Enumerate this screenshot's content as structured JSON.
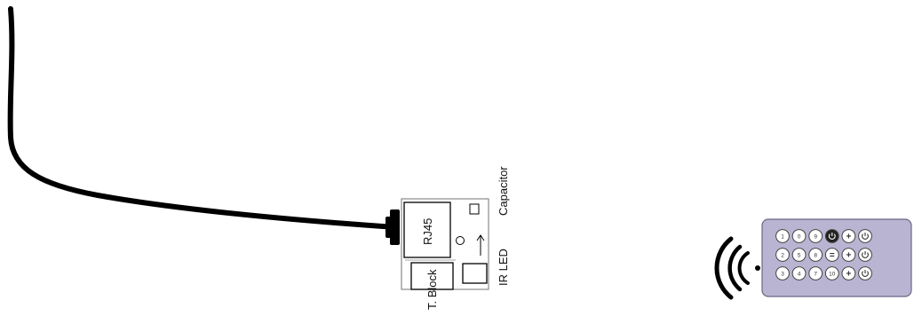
{
  "labels": {
    "rj45": "RJ45",
    "capacitor": "Capacitor",
    "ir_led": "IR LED",
    "t_block": "T. Block"
  },
  "remote": {
    "rows": [
      [
        {
          "glyph": "1",
          "icon": "number-button"
        },
        {
          "glyph": "0",
          "icon": "number-button"
        },
        {
          "glyph": "9",
          "icon": "number-button"
        },
        {
          "glyph": "",
          "icon": "power-button-dark"
        },
        {
          "glyph": "+",
          "icon": "plus-button"
        },
        {
          "glyph": "",
          "icon": "power-button"
        }
      ],
      [
        {
          "glyph": "2",
          "icon": "number-button"
        },
        {
          "glyph": "5",
          "icon": "number-button"
        },
        {
          "glyph": "8",
          "icon": "number-button"
        },
        {
          "glyph": "=",
          "icon": "equals-button"
        },
        {
          "glyph": "+",
          "icon": "plus-button"
        },
        {
          "glyph": "",
          "icon": "power-button"
        }
      ],
      [
        {
          "glyph": "3",
          "icon": "number-button"
        },
        {
          "glyph": "4",
          "icon": "number-button"
        },
        {
          "glyph": "7",
          "icon": "number-button"
        },
        {
          "glyph": "10",
          "icon": "number-button"
        },
        {
          "glyph": "+",
          "icon": "plus-button"
        },
        {
          "glyph": "",
          "icon": "power-button"
        }
      ]
    ]
  },
  "colors": {
    "remote_body": "#b9b4d1",
    "remote_outline": "#6b6686",
    "button_fill": "#ffffff",
    "button_dark": "#222222",
    "cable": "#000000",
    "board_outline": "#8a8a8a"
  }
}
